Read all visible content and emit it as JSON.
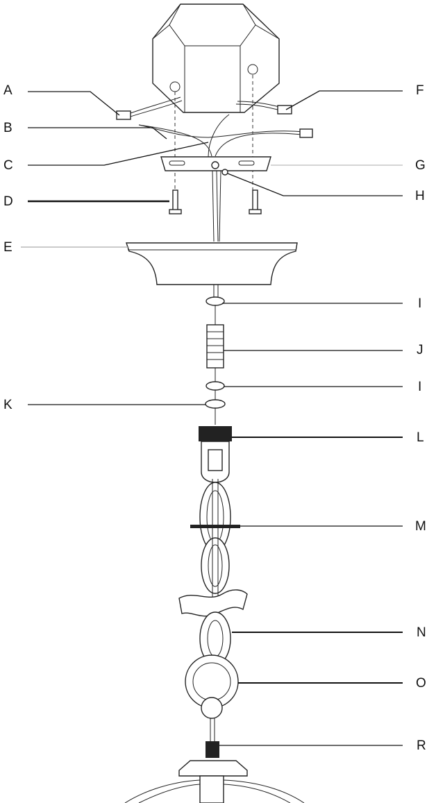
{
  "labels": {
    "A": "A",
    "B": "B",
    "C": "C",
    "D": "D",
    "E": "E",
    "F": "F",
    "G": "G",
    "H": "H",
    "I_upper": "I",
    "J": "J",
    "I_lower": "I",
    "K": "K",
    "L": "L",
    "M": "M",
    "N": "N",
    "O": "O",
    "R": "R"
  }
}
